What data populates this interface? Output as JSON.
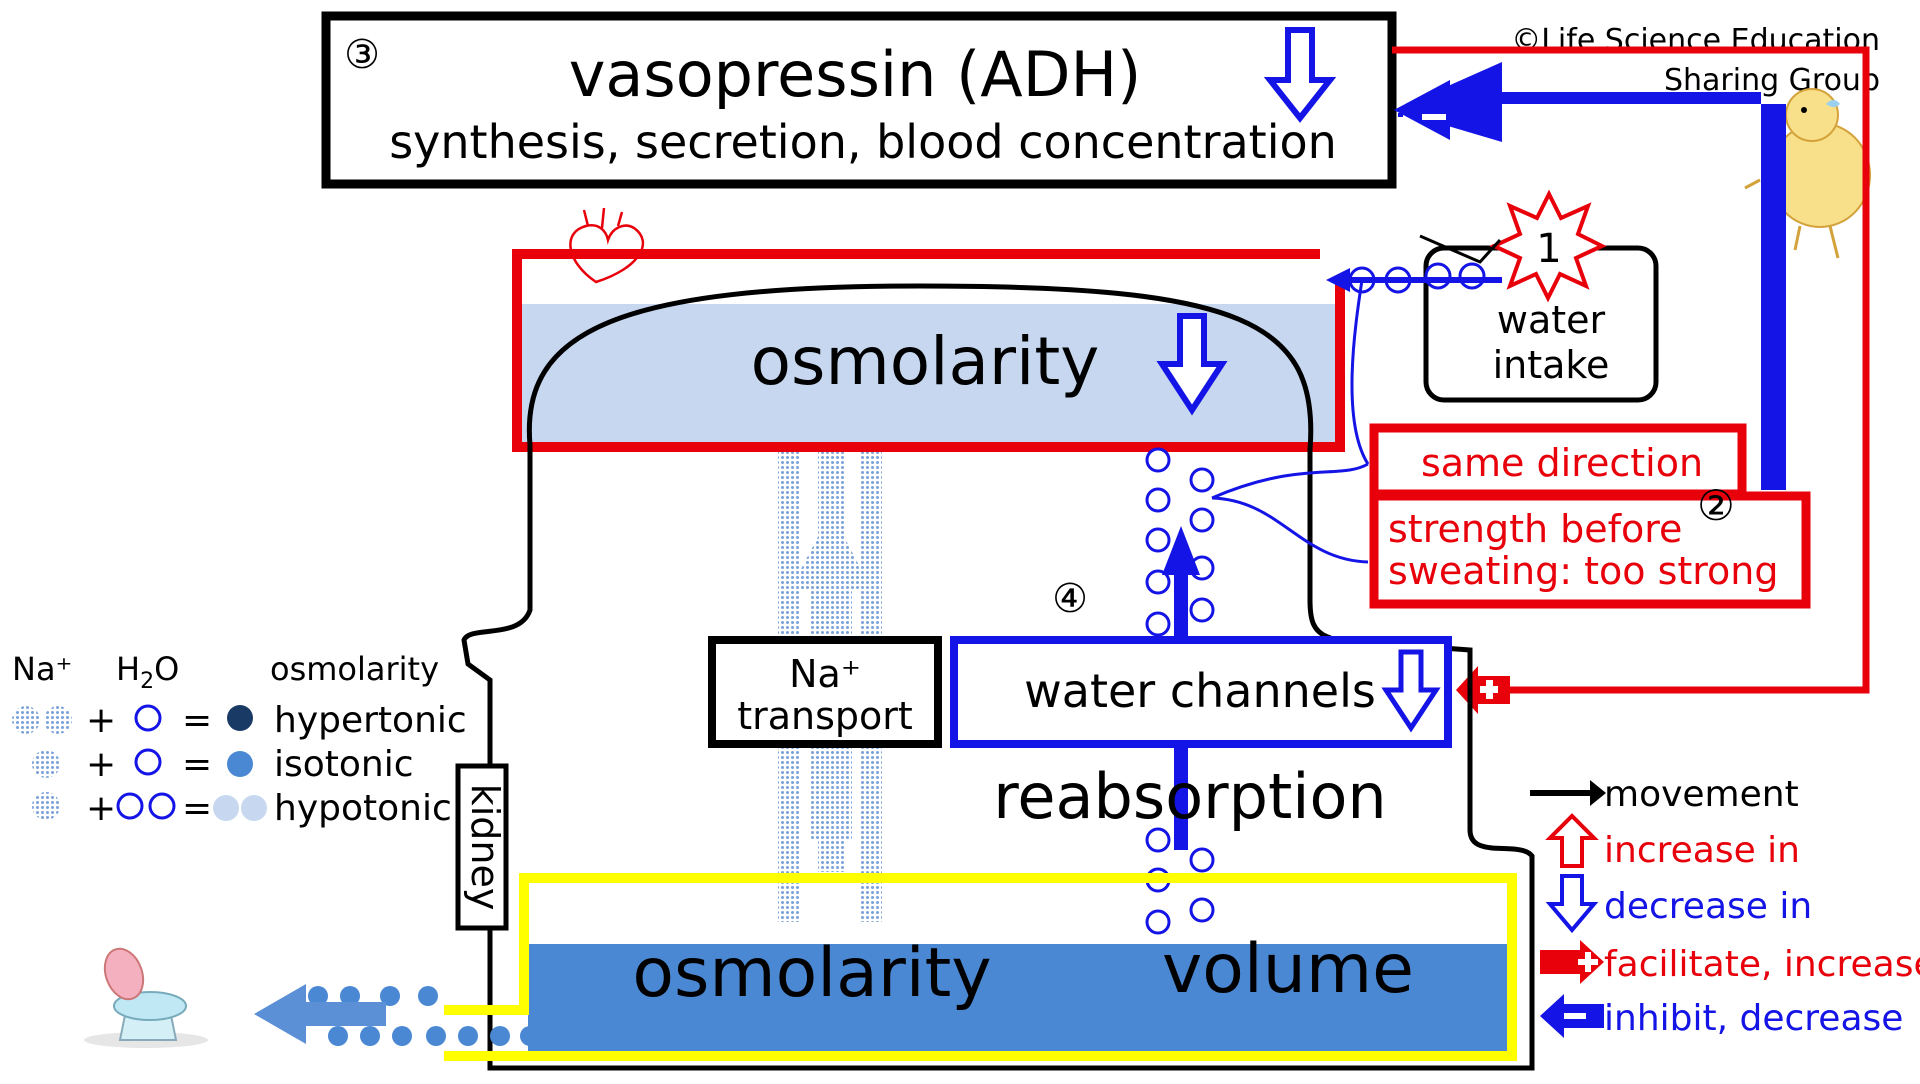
{
  "colors": {
    "red": "#e8000b",
    "blue": "#1414e6",
    "black": "#000000",
    "yellow": "#ffff00",
    "light_blue": "#c6d7ef",
    "mid_blue": "#4a88d4",
    "dark_navy": "#1a3a66",
    "dotted_blue": "#7aa2d9"
  },
  "copyright": {
    "line1": "©Life Science Education",
    "line2": "Sharing Group"
  },
  "adh_box": {
    "number": "③",
    "title": "vasopressin (ADH)",
    "subtitle": "synthesis, secretion, blood concentration",
    "indicator": "decrease-arrow-icon"
  },
  "plasma": {
    "label": "osmolarity",
    "indicator": "decrease-arrow-icon"
  },
  "water_intake": {
    "number": "1",
    "line1": "water",
    "line2": "intake"
  },
  "note": {
    "same_direction": "same direction",
    "number": "②",
    "strength_line1": "strength before",
    "strength_line2": "sweating: too strong"
  },
  "kidney": {
    "label": "kidney",
    "na_transport_line1": "Na⁺",
    "na_transport_line2": "transport",
    "water_channels": "water channels",
    "reabsorption": "reabsorption",
    "number": "④"
  },
  "urine": {
    "osmolarity": "osmolarity",
    "volume": "volume"
  },
  "key": {
    "na": "Na⁺",
    "h2o_h": "H",
    "h2o_sub": "2",
    "h2o_o": "O",
    "osmolarity": "osmolarity",
    "plus": "+",
    "equals": "=",
    "hypertonic": "hypertonic",
    "isotonic": "isotonic",
    "hypotonic": "hypotonic"
  },
  "legend": {
    "movement": "movement",
    "increase_in": "increase in",
    "decrease_in": "decrease in",
    "facilitate": "facilitate, increase",
    "inhibit": "inhibit, decrease"
  }
}
